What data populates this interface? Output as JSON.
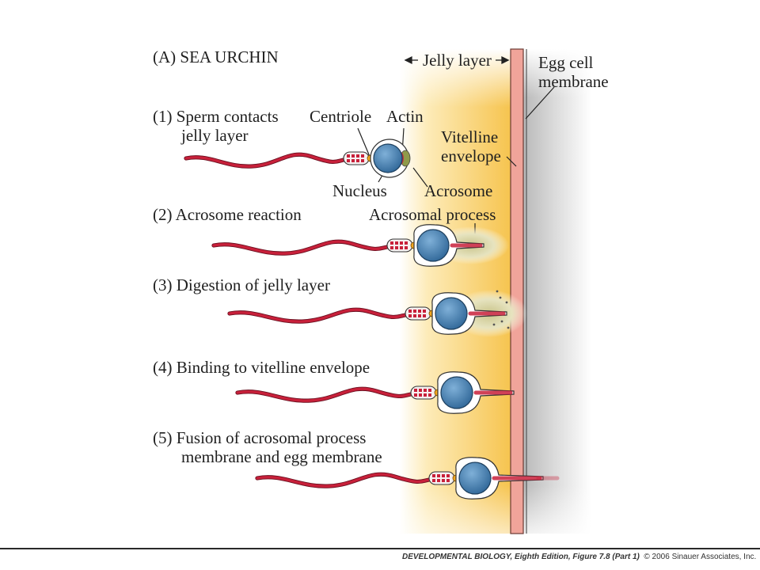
{
  "figure": {
    "panel_title": "(A)  SEA URCHIN",
    "jelly_layer_label": "Jelly layer",
    "egg_membrane_label": [
      "Egg cell",
      "membrane"
    ],
    "vitelline_label": [
      "Vitelline",
      "envelope"
    ],
    "steps": [
      {
        "lines": [
          "(1) Sperm contacts",
          "jelly layer"
        ]
      },
      {
        "lines": [
          "(2) Acrosome reaction"
        ]
      },
      {
        "lines": [
          "(3) Digestion of jelly layer"
        ]
      },
      {
        "lines": [
          "(4) Binding to vitelline envelope"
        ]
      },
      {
        "lines": [
          "(5) Fusion of acrosomal process",
          "membrane and egg membrane"
        ]
      }
    ],
    "part_labels": {
      "centriole": "Centriole",
      "actin": "Actin",
      "nucleus": "Nucleus",
      "acrosome": "Acrosome",
      "acrosomal_process": "Acrosomal process"
    },
    "colors": {
      "jelly": "#f6c44f",
      "vitelline": "#f0a49a",
      "membrane_gray": "#c8c8c8",
      "tail_red": "#c8203a",
      "nucleus_blue": "#3f79ac",
      "centriole_orange": "#f3a81f"
    }
  },
  "caption": {
    "book": "DEVELOPMENTAL BIOLOGY, Eighth Edition, Figure 7.8 (Part 1)",
    "copyright": "© 2006 Sinauer Associates, Inc."
  }
}
